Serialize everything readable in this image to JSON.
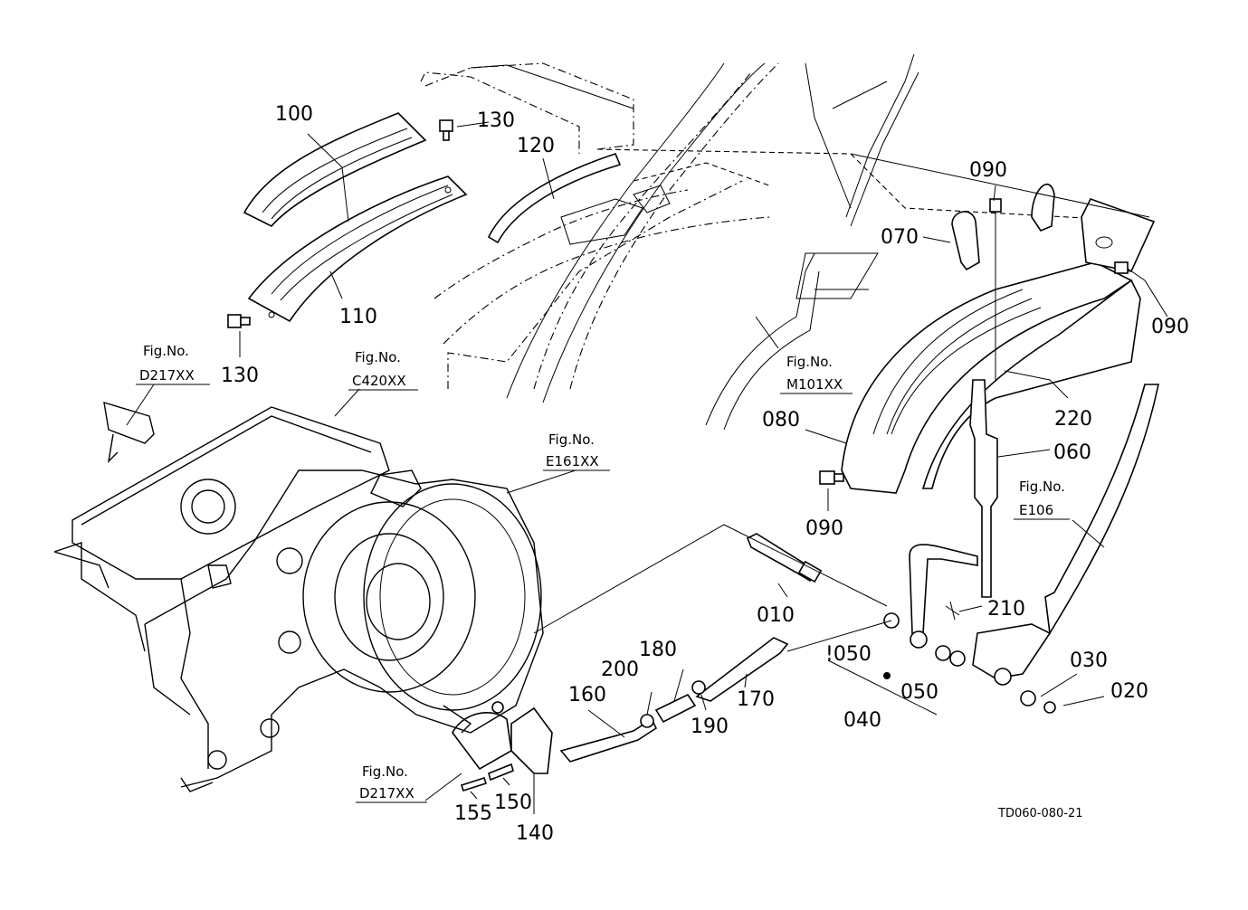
{
  "part_labels": [
    {
      "id": "p100",
      "text": "100"
    },
    {
      "id": "p130a",
      "text": "130"
    },
    {
      "id": "p120",
      "text": "120"
    },
    {
      "id": "p110",
      "text": "110"
    },
    {
      "id": "p130b",
      "text": "130"
    },
    {
      "id": "p090a",
      "text": "090"
    },
    {
      "id": "p070",
      "text": "070"
    },
    {
      "id": "p090b",
      "text": "090"
    },
    {
      "id": "p220",
      "text": "220"
    },
    {
      "id": "p080",
      "text": "080"
    },
    {
      "id": "p060",
      "text": "060"
    },
    {
      "id": "p090c",
      "text": "090"
    },
    {
      "id": "p010",
      "text": "010"
    },
    {
      "id": "p210",
      "text": "210"
    },
    {
      "id": "p1050",
      "text": "!050"
    },
    {
      "id": "p050",
      "text": "050"
    },
    {
      "id": "p040",
      "text": "040"
    },
    {
      "id": "p030",
      "text": "030"
    },
    {
      "id": "p020",
      "text": "020"
    },
    {
      "id": "p200",
      "text": "200"
    },
    {
      "id": "p180",
      "text": "180"
    },
    {
      "id": "p160",
      "text": "160"
    },
    {
      "id": "p170",
      "text": "170"
    },
    {
      "id": "p190",
      "text": "190"
    },
    {
      "id": "p150",
      "text": "150"
    },
    {
      "id": "p155",
      "text": "155"
    },
    {
      "id": "p140",
      "text": "140"
    }
  ],
  "figure_refs": [
    {
      "id": "f1",
      "label": "Fig.No.",
      "code": "D217XX"
    },
    {
      "id": "f2",
      "label": "Fig.No.",
      "code": "C420XX"
    },
    {
      "id": "f3",
      "label": "Fig.No.",
      "code": "E161XX"
    },
    {
      "id": "f4",
      "label": "Fig.No.",
      "code": "M101XX"
    },
    {
      "id": "f5",
      "label": "Fig.No.",
      "code": "E106"
    },
    {
      "id": "f6",
      "label": "Fig.No.",
      "code": "D217XX"
    }
  ],
  "drawing_code": "TD060-080-21"
}
